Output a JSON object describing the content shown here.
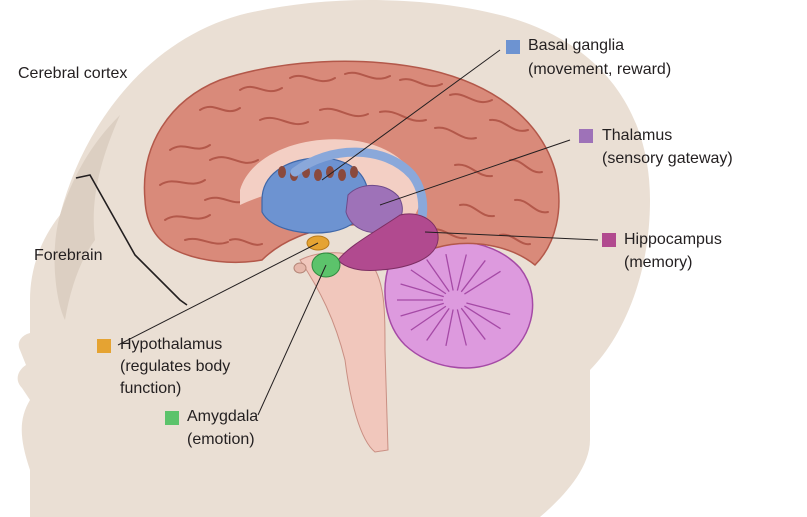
{
  "labels": {
    "cerebral_cortex": "Cerebral cortex",
    "forebrain": "Forebrain",
    "basal_ganglia": {
      "name": "Basal ganglia",
      "desc": "(movement, reward)",
      "color": "#6d93d1"
    },
    "thalamus": {
      "name": "Thalamus",
      "desc": "(sensory gateway)",
      "color": "#9e72b8"
    },
    "hippocampus": {
      "name": "Hippocampus",
      "desc": "(memory)",
      "color": "#b14a8f"
    },
    "hypothalamus": {
      "name": "Hypothalamus",
      "desc1": "(regulates body",
      "desc2": "function)",
      "color": "#e5a332"
    },
    "amygdala": {
      "name": "Amygdala",
      "desc": "(emotion)",
      "color": "#5cc36b"
    }
  },
  "colors": {
    "head": "#eadfd4",
    "head_shade": "#dccfc2",
    "brain": "#d98a7a",
    "brain_fold": "#b3584a",
    "brainstem": "#f1c7bc",
    "cerebellum": "#dd9ade",
    "cerebellum_fold": "#a54aa6",
    "basal_ganglia": "#6d93d1",
    "thalamus": "#9e72b8",
    "hippocampus": "#b14a8f",
    "hypothalamus": "#e5a332",
    "amygdala": "#5cc36b"
  }
}
